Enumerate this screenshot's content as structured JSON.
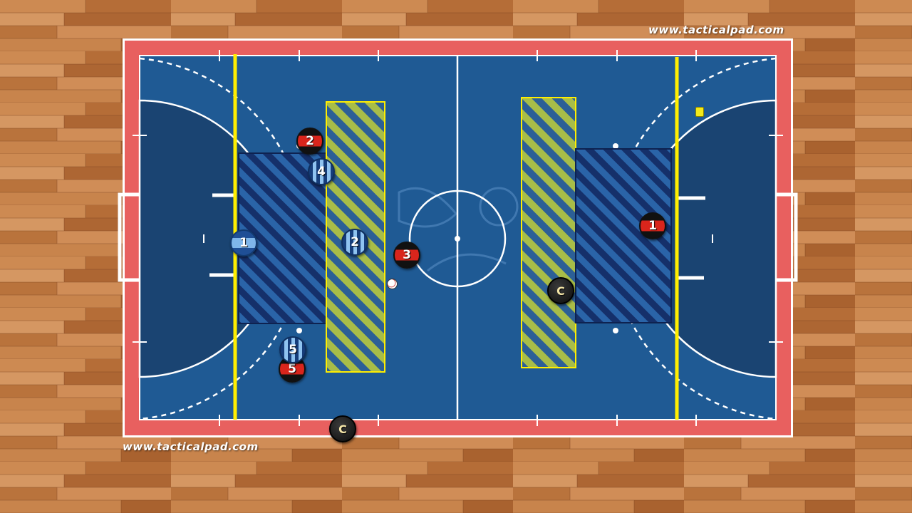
{
  "watermark": {
    "top": "www.tacticalpad.com",
    "bottom": "www.tacticalpad.com"
  },
  "colors": {
    "floor_light": "#c9834a",
    "floor_dark": "#a8632f",
    "border": "#e8605f",
    "court": "#1f5a94",
    "penalty_area": "#1a4472",
    "zone_blue_stripe": "#15306a",
    "zone_green_stripe": "#a8bd48",
    "yellow_line": "#ffee00",
    "red_team": "#d9251c",
    "blue_team": "#8fc3f0"
  },
  "players": {
    "red": [
      {
        "id": "red-1",
        "label": "1"
      },
      {
        "id": "red-2",
        "label": "2"
      },
      {
        "id": "red-3",
        "label": "3"
      },
      {
        "id": "red-5",
        "label": "5"
      }
    ],
    "blue": [
      {
        "id": "blue-gk-1",
        "label": "1"
      },
      {
        "id": "blue-2",
        "label": "2"
      },
      {
        "id": "blue-4",
        "label": "4"
      },
      {
        "id": "blue-5",
        "label": "5"
      }
    ],
    "coaches": [
      {
        "id": "coach-court",
        "label": "C"
      },
      {
        "id": "coach-sideline",
        "label": "C"
      }
    ]
  },
  "icons": [
    "ball-icon",
    "cone-icon",
    "tacticalpad-logo-watermark"
  ]
}
